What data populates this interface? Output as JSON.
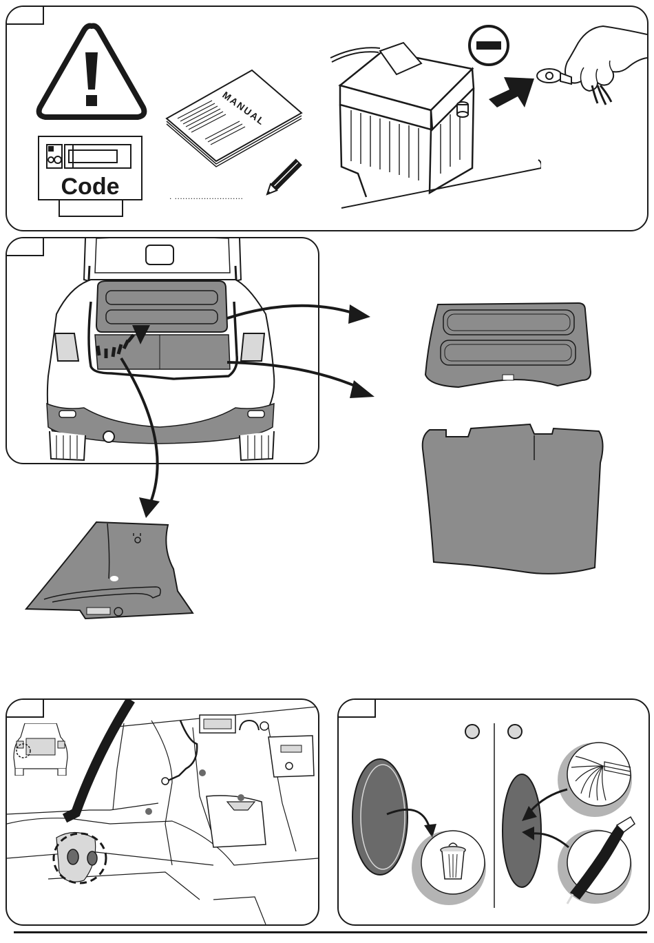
{
  "steps": [
    {
      "id": 1,
      "number": ""
    },
    {
      "id": 2,
      "number": ""
    },
    {
      "id": 3,
      "number": ""
    },
    {
      "id": 4,
      "number": ""
    }
  ],
  "step1": {
    "code_label": "Code",
    "manual_label": "MANUAL",
    "dotted_line": ". ..........................",
    "battery_sign": "−"
  },
  "icons": [
    "warning-icon",
    "radio-code-icon",
    "manual-icon",
    "pencil-icon",
    "battery-icon",
    "negative-terminal-icon",
    "disconnect-arrow-icon",
    "car-rear-icon",
    "parcel-shelf-icon",
    "boot-floor-icon",
    "side-trim-icon",
    "grommet-icon",
    "trash-bin-icon",
    "wire-bundle-icon",
    "rubber-boot-icon"
  ],
  "colors": {
    "line": "#1a1a1a",
    "part_gray": "#8c8c8c",
    "dark_gray": "#6a6a6a",
    "light_gray": "#d9d9d9"
  }
}
